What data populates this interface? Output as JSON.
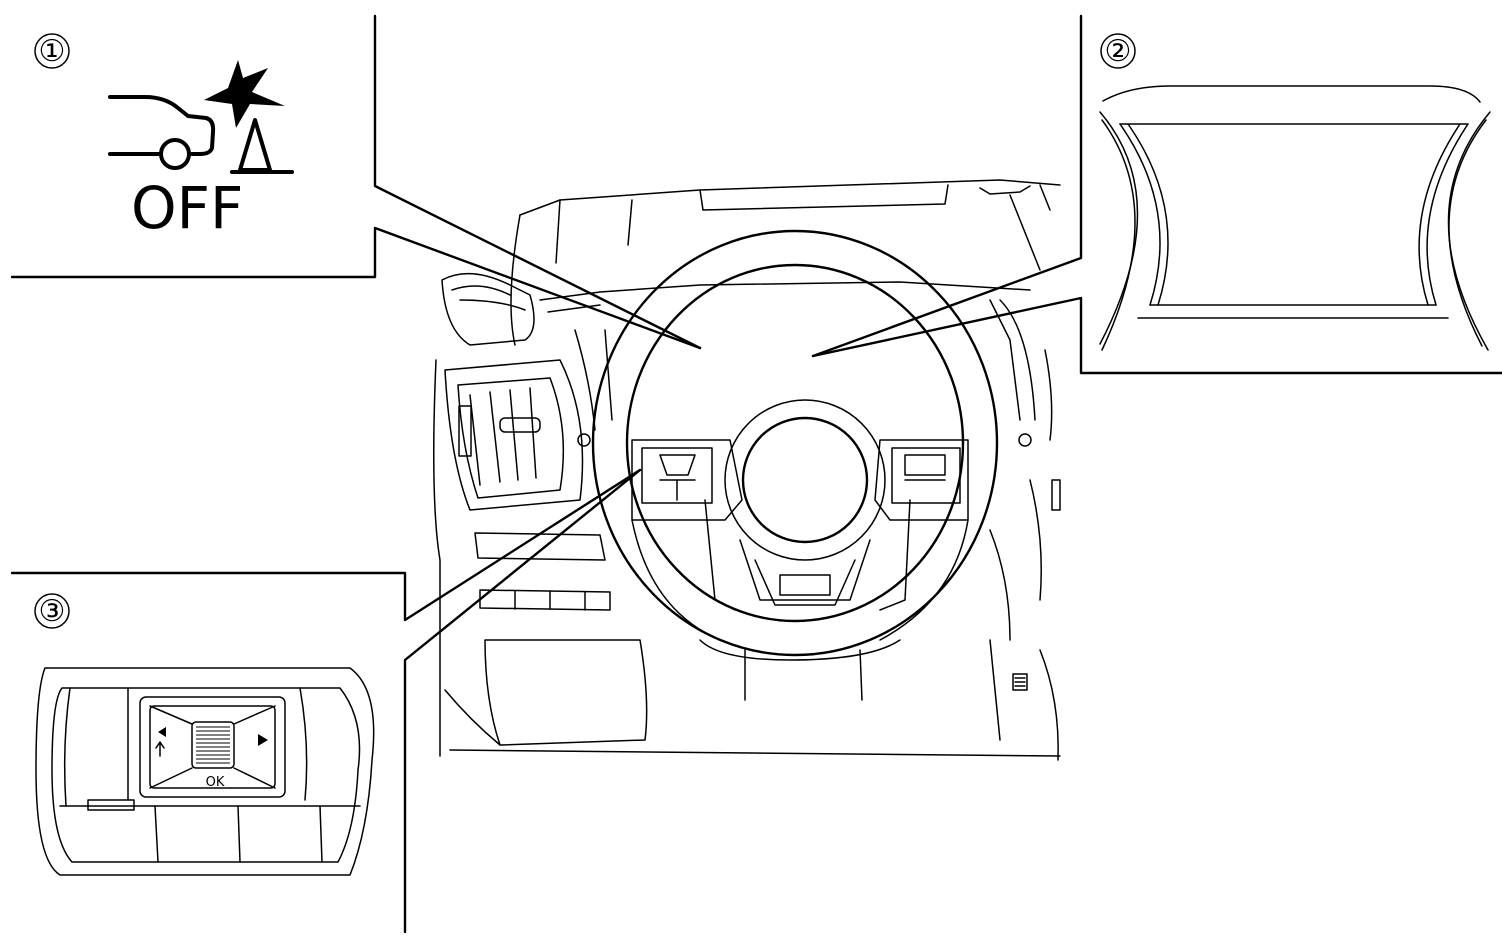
{
  "callouts": {
    "one": {
      "number": "①"
    },
    "two": {
      "number": "②"
    },
    "three": {
      "number": "③"
    }
  },
  "warning_icon": {
    "name": "collision-warning-off-icon",
    "label": "OFF"
  },
  "switch": {
    "ok_label": "OK"
  },
  "colors": {
    "line": "#000000",
    "background": "#ffffff"
  }
}
